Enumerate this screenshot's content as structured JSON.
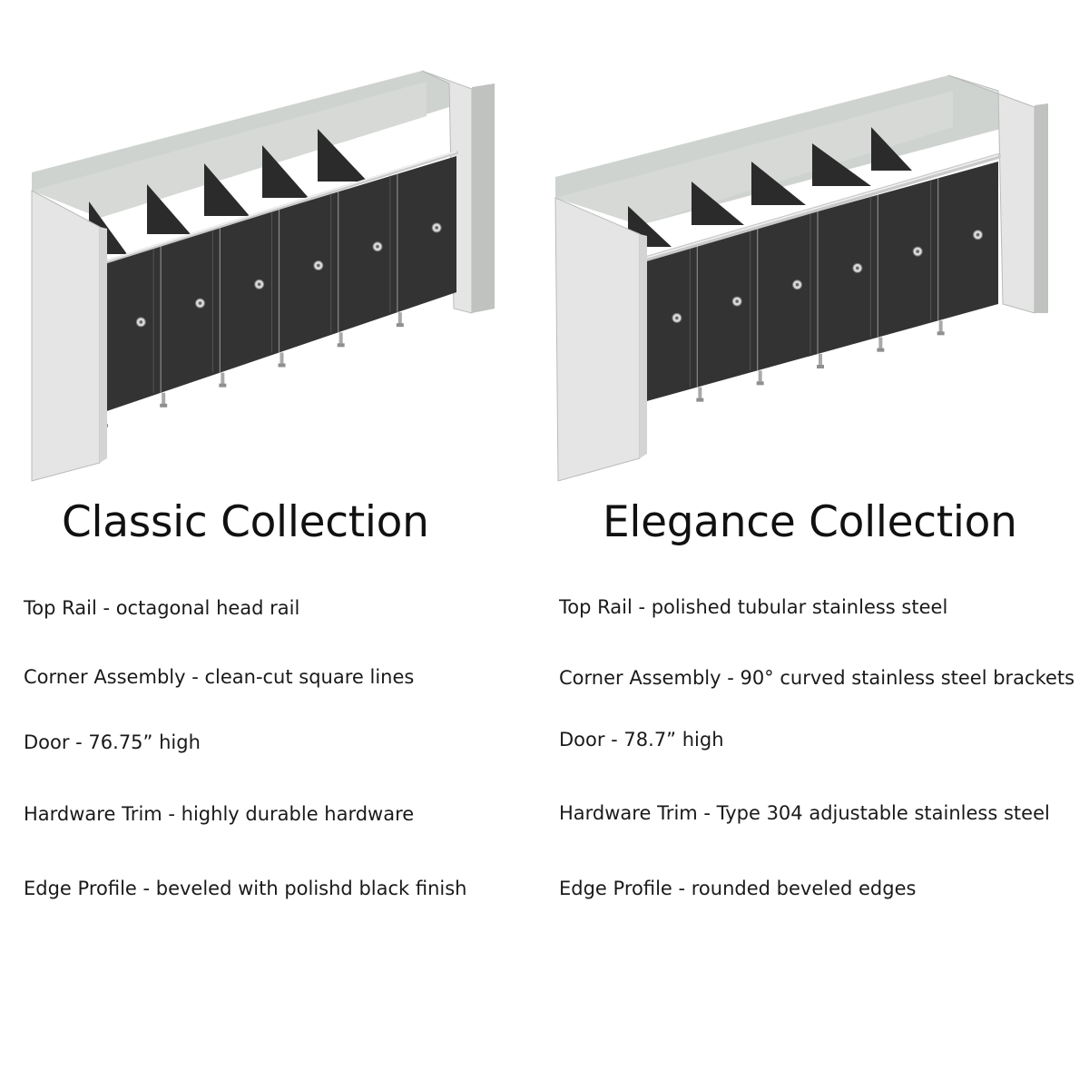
{
  "colors": {
    "wall_face": "#e4e5e4",
    "wall_top": "#cfd3cf",
    "wall_inner": "#d6d9d6",
    "partition": "#2b2b2b",
    "door": "#333333",
    "rail": "#c9c9c9",
    "text": "#111111"
  },
  "collections": [
    {
      "title": "Classic Collection",
      "specs": [
        "Top Rail - octagonal head rail",
        "Corner Assembly - clean-cut square lines",
        "Door - 76.75” high",
        "Hardware Trim - highly durable hardware",
        "Edge Profile - beveled with polishd black finish"
      ]
    },
    {
      "title": "Elegance Collection",
      "specs": [
        "Top Rail - polished tubular stainless steel",
        "Corner Assembly - 90° curved stainless steel brackets",
        "Door - 78.7” high",
        "Hardware Trim - Type 304 adjustable stainless steel",
        "Edge Profile - rounded beveled edges"
      ]
    }
  ]
}
